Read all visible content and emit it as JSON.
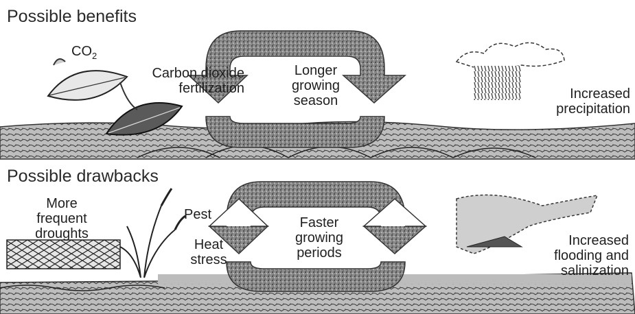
{
  "benefits": {
    "heading": "Possible benefits",
    "co2_main": "CO",
    "co2_sub": "2",
    "co2_fert_line1": "Carbon dioxide",
    "co2_fert_line2": "fertilization",
    "season_line1": "Longer",
    "season_line2": "growing",
    "season_line3": "season",
    "precip_line1": "Increased",
    "precip_line2": "precipitation"
  },
  "drawbacks": {
    "heading": "Possible drawbacks",
    "droughts_line1": "More",
    "droughts_line2": "frequent",
    "droughts_line3": "droughts",
    "pest": "Pest",
    "heat_line1": "Heat",
    "heat_line2": "stress",
    "faster_line1": "Faster",
    "faster_line2": "growing",
    "faster_line3": "periods",
    "flood_line1": "Increased",
    "flood_line2": "flooding and",
    "flood_line3": "salinization"
  }
}
